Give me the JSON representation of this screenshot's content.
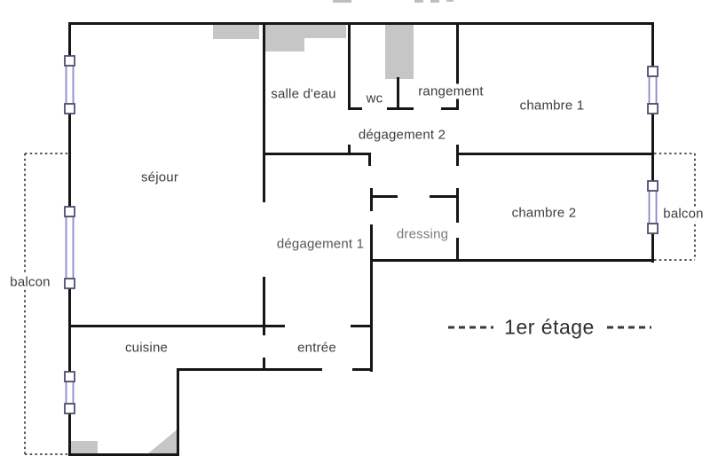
{
  "floorplan": {
    "floor_title": "1er étage",
    "rooms": {
      "sejour": "séjour",
      "salle_deau": "salle d'eau",
      "wc": "wc",
      "rangement": "rangement",
      "chambre1": "chambre 1",
      "degagement2": "dégagement 2",
      "chambre2": "chambre 2",
      "dressing": "dressing",
      "degagement1": "dégagement 1",
      "cuisine": "cuisine",
      "entree": "entrée"
    },
    "balconies": {
      "left": "balcon",
      "right": "balcon"
    },
    "colors": {
      "wall": "#161616",
      "window_frame": "#868bca",
      "window_cap_border": "#4e4e6e",
      "fixture_gray": "#c6c6c6",
      "balcony_dash": "#565656",
      "label_text": "#3c3c3c"
    }
  }
}
